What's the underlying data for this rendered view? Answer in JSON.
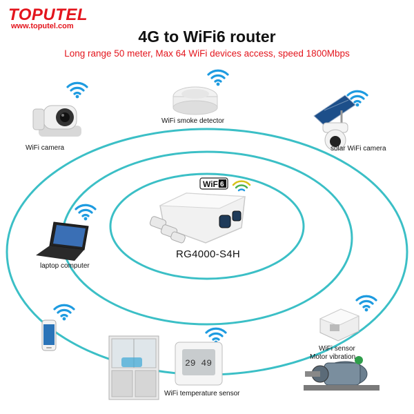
{
  "brand": {
    "logo": "TOPUTEL",
    "url": "www.toputel.com"
  },
  "header": {
    "title": "4G  to WiFi6  router",
    "subtitle": "Long range 50 meter,  Max 64 WiFi devices access, speed 1800Mbps"
  },
  "router": {
    "model": "RG4000-S4H",
    "badge": "WiFi 6"
  },
  "devices": {
    "camera": "WiFi camera",
    "smoke": "WiFi smoke detector",
    "solar": "solar WiFi camera",
    "laptop": "laptop computer",
    "sensor_line1": "WiFi sensor",
    "sensor_line2": "Motor  vibration",
    "temp": "WiFi  temperature sensor"
  },
  "colors": {
    "brand": "#e3151d",
    "wifi": "#1e9be0",
    "ring": "#3bbfc6"
  }
}
